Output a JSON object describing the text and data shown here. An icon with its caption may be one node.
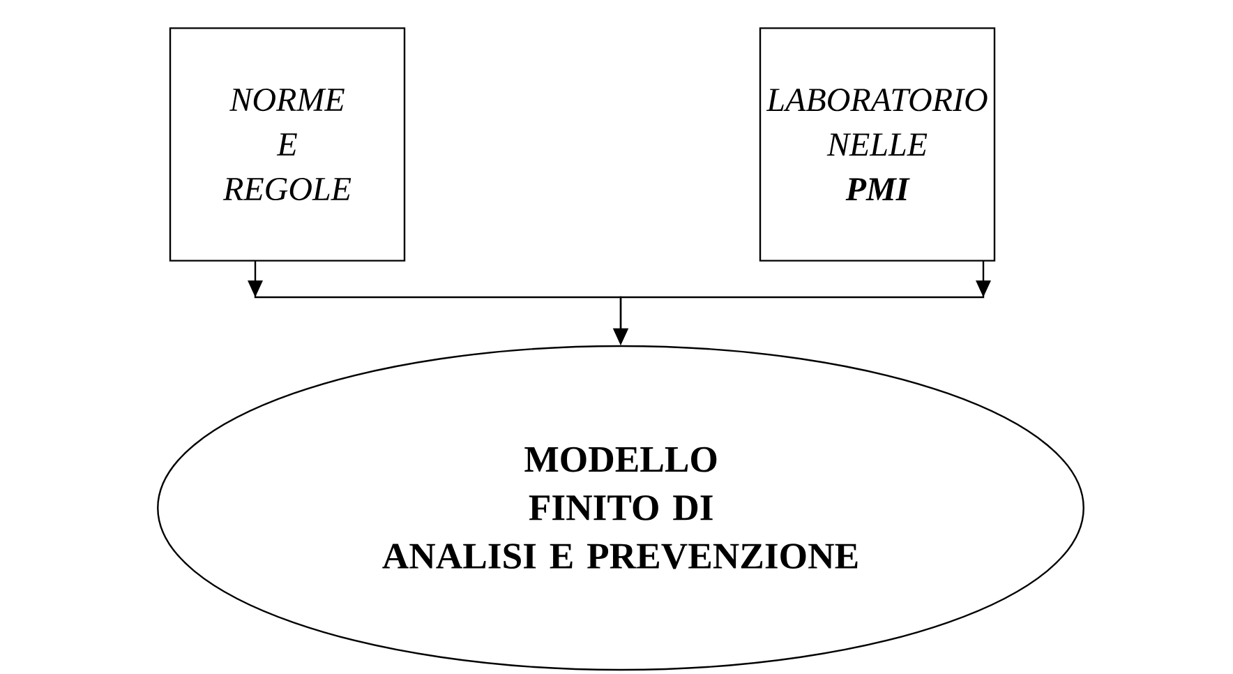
{
  "diagram": {
    "nodes": [
      {
        "text": [
          "NORME E REGOLE"
        ]
      },
      {
        "text": [
          "LABORATORIO NELLE **PMI**"
        ]
      },
      {
        "text": [
          "MODELLO FINITO DI ANALISI E PREVENZIONE"
        ]
      }
    ],
    "edges": [
      {
        "from": 0,
        "to": 2,
        "arrow": "to"
      },
      {
        "from": 1,
        "to": 2,
        "arrow": "to"
      }
    ]
  }
}
